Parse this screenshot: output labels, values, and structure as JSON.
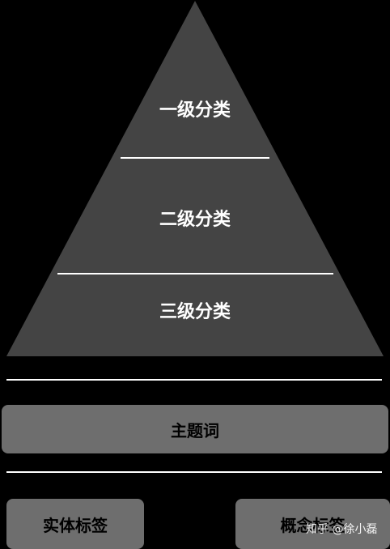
{
  "pyramid": {
    "color": "#444444",
    "tiers": [
      {
        "label": "一级分类"
      },
      {
        "label": "二级分类"
      },
      {
        "label": "三级分类"
      }
    ]
  },
  "boxes": {
    "color": "#6e6e6e",
    "topic_label": "主题词",
    "entity_label": "实体标签",
    "concept_label": "概念标签"
  },
  "watermark": {
    "text": "知乎 @徐小磊"
  }
}
